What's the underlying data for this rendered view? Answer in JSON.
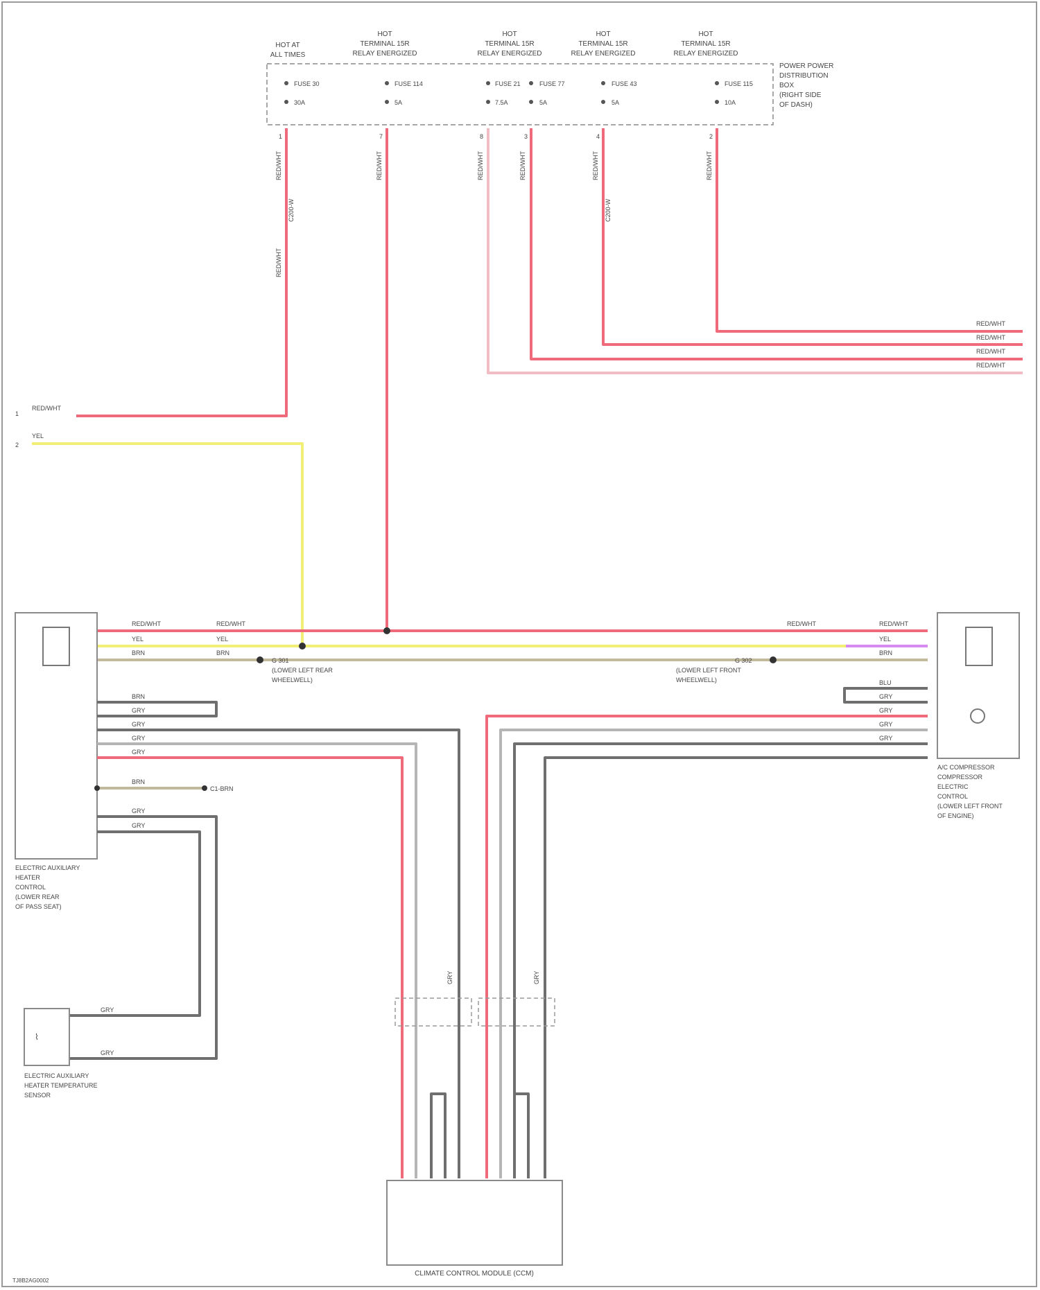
{
  "power_distribution": {
    "title": [
      "POWER POWER",
      "DISTRIBUTION",
      "BOX",
      "(RIGHT SIDE",
      "OF DASH)"
    ],
    "columns": [
      {
        "header": [
          "HOT AT",
          "ALL TIMES"
        ],
        "fuse": "FUSE 30",
        "amps": "30A",
        "pin": "1",
        "wire": "RED/WHT",
        "inline": "C200-W"
      },
      {
        "header": [
          "HOT",
          "TERMINAL 15R",
          "RELAY ENERGIZED"
        ],
        "fuse": "FUSE 114",
        "amps": "5A",
        "pin": "7",
        "wire": "RED/WHT"
      },
      {
        "header": [
          "HOT",
          "TERMINAL 15R",
          "RELAY ENERGIZED"
        ],
        "fuse": "FUSE 21",
        "amps": "7.5A",
        "pin": "8",
        "wire": "RED/WHT",
        "fuse2": "FUSE 77",
        "amps2": "5A",
        "pin2": "3"
      },
      {
        "header": [
          "HOT",
          "TERMINAL 15R",
          "RELAY ENERGIZED"
        ],
        "fuse": "FUSE 43",
        "amps": "5A",
        "pin": "4",
        "wire": "RED/WHT",
        "inline": "C200-W"
      },
      {
        "header": [
          "HOT",
          "TERMINAL 15R",
          "RELAY ENERGIZED"
        ],
        "fuse": "FUSE 115",
        "amps": "10A",
        "pin": "2",
        "wire": "RED/WHT"
      }
    ]
  },
  "right_outputs": [
    "RED/WHT",
    "RED/WHT",
    "RED/WHT",
    "RED/WHT"
  ],
  "left_inputs": [
    {
      "label": "RED/WHT",
      "pin": "1"
    },
    {
      "label": "YEL",
      "pin": "2"
    }
  ],
  "ground_left": {
    "label": "G 301",
    "caption": [
      "(LOWER LEFT REAR",
      "WHEELWELL)"
    ]
  },
  "ground_right": {
    "label": "G 302",
    "caption": [
      "(LOWER LEFT FRONT",
      "WHEELWELL)"
    ]
  },
  "left_module": {
    "label": [
      "ELECTRIC AUXILIARY",
      "HEATER",
      "CONTROL",
      "(LOWER REAR",
      "OF PASS SEAT)"
    ],
    "top_wires": [
      "RED/WHT",
      "YEL",
      "BRN"
    ],
    "mid_wires": [
      "BRN",
      "GRY",
      "GRY",
      "GRY",
      "GRY",
      "RED"
    ],
    "sensor_wires": [
      "GRY",
      "GRY"
    ],
    "connector": "C1-BRN"
  },
  "right_module": {
    "label": [
      "A/C COMPRESSOR",
      "COMPRESSOR",
      "ELECTRIC",
      "CONTROL",
      "(LOWER LEFT FRONT",
      "OF ENGINE)"
    ],
    "top_wires": [
      "RED/WHT",
      "YEL",
      "BRN"
    ],
    "mid_wires": [
      "BLU",
      "GRY",
      "GRY",
      "GRY",
      "GRY"
    ]
  },
  "sensor": {
    "label": [
      "ELECTRIC AUXILIARY",
      "HEATER TEMPERATURE",
      "SENSOR"
    ],
    "wires": [
      "GRY",
      "GRY"
    ]
  },
  "bottom_module": {
    "label": "CLIMATE CONTROL MODULE (CCM)",
    "wire_labels": [
      "GRY",
      "GRY"
    ]
  },
  "footer_code": "TJ8B2AG0002"
}
